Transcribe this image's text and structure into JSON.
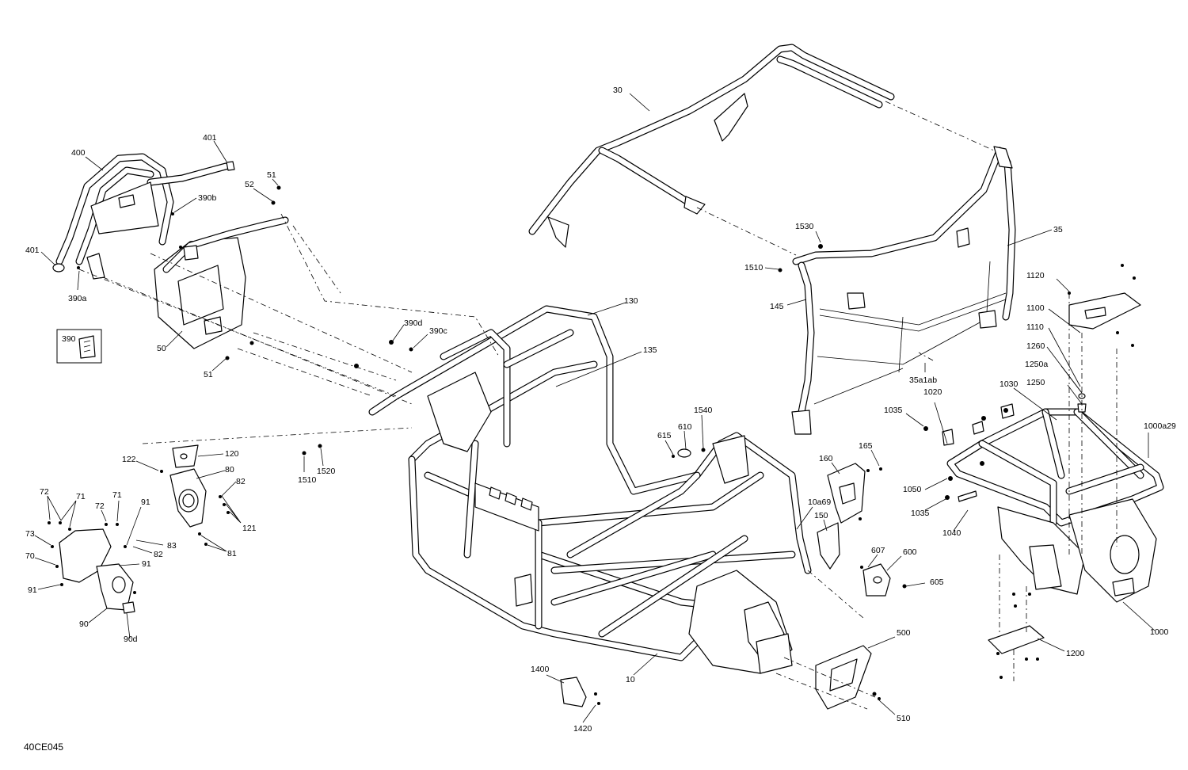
{
  "diagram_id": "40CE045",
  "inset_box_label": "390",
  "callouts": [
    {
      "id": "c30",
      "text": "30"
    },
    {
      "id": "c35",
      "text": "35"
    },
    {
      "id": "c35a1ab",
      "text": "35a1ab"
    },
    {
      "id": "c145",
      "text": "145"
    },
    {
      "id": "c1530",
      "text": "1530"
    },
    {
      "id": "c1510a",
      "text": "1510"
    },
    {
      "id": "c400",
      "text": "400"
    },
    {
      "id": "c401a",
      "text": "401"
    },
    {
      "id": "c401b",
      "text": "401"
    },
    {
      "id": "c390a",
      "text": "390a"
    },
    {
      "id": "c390b",
      "text": "390b"
    },
    {
      "id": "c52",
      "text": "52"
    },
    {
      "id": "c51a",
      "text": "51"
    },
    {
      "id": "c51b",
      "text": "51"
    },
    {
      "id": "c50",
      "text": "50"
    },
    {
      "id": "c390d",
      "text": "390d"
    },
    {
      "id": "c390c",
      "text": "390c"
    },
    {
      "id": "c130",
      "text": "130"
    },
    {
      "id": "c135",
      "text": "135"
    },
    {
      "id": "c1510b",
      "text": "1510"
    },
    {
      "id": "c1520",
      "text": "1520"
    },
    {
      "id": "c122",
      "text": "122"
    },
    {
      "id": "c120",
      "text": "120"
    },
    {
      "id": "c80",
      "text": "80"
    },
    {
      "id": "c82a",
      "text": "82"
    },
    {
      "id": "c121",
      "text": "121"
    },
    {
      "id": "c81",
      "text": "81"
    },
    {
      "id": "c72a",
      "text": "72"
    },
    {
      "id": "c71a",
      "text": "71"
    },
    {
      "id": "c72b",
      "text": "72"
    },
    {
      "id": "c71b",
      "text": "71"
    },
    {
      "id": "c91a",
      "text": "91"
    },
    {
      "id": "c73",
      "text": "73"
    },
    {
      "id": "c83",
      "text": "83"
    },
    {
      "id": "c82b",
      "text": "82"
    },
    {
      "id": "c70",
      "text": "70"
    },
    {
      "id": "c91b",
      "text": "91"
    },
    {
      "id": "c91c",
      "text": "91"
    },
    {
      "id": "c90",
      "text": "90"
    },
    {
      "id": "c90d",
      "text": "90d"
    },
    {
      "id": "c615",
      "text": "615"
    },
    {
      "id": "c610",
      "text": "610"
    },
    {
      "id": "c1540",
      "text": "1540"
    },
    {
      "id": "c160",
      "text": "160"
    },
    {
      "id": "c165",
      "text": "165"
    },
    {
      "id": "c10a69",
      "text": "10a69"
    },
    {
      "id": "c150",
      "text": "150"
    },
    {
      "id": "c607",
      "text": "607"
    },
    {
      "id": "c600",
      "text": "600"
    },
    {
      "id": "c605",
      "text": "605"
    },
    {
      "id": "c500",
      "text": "500"
    },
    {
      "id": "c510",
      "text": "510"
    },
    {
      "id": "c10",
      "text": "10"
    },
    {
      "id": "c1400",
      "text": "1400"
    },
    {
      "id": "c1420",
      "text": "1420"
    },
    {
      "id": "c1035a",
      "text": "1035"
    },
    {
      "id": "c1020",
      "text": "1020"
    },
    {
      "id": "c1030",
      "text": "1030"
    },
    {
      "id": "c1050",
      "text": "1050"
    },
    {
      "id": "c1035b",
      "text": "1035"
    },
    {
      "id": "c1040",
      "text": "1040"
    },
    {
      "id": "c1000a29",
      "text": "1000a29"
    },
    {
      "id": "c1000",
      "text": "1000"
    },
    {
      "id": "c1200",
      "text": "1200"
    },
    {
      "id": "c1120",
      "text": "1120"
    },
    {
      "id": "c1100",
      "text": "1100"
    },
    {
      "id": "c1110",
      "text": "1110"
    },
    {
      "id": "c1260",
      "text": "1260"
    },
    {
      "id": "c1250a",
      "text": "1250a"
    },
    {
      "id": "c1250",
      "text": "1250"
    }
  ]
}
